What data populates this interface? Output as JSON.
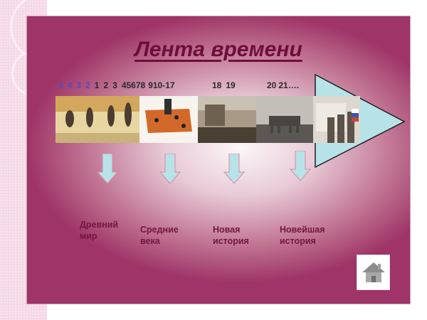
{
  "slide": {
    "title": "Лента времени",
    "colors": {
      "title": "#6e0d3b",
      "frame": "#9e3467",
      "arrow": "#b7e3e8",
      "bc_years": "#5a48b8",
      "labels": "#72163f"
    }
  },
  "timeline": {
    "years_bc": [
      "5",
      "4",
      "3",
      "2"
    ],
    "years_ad": [
      "1",
      "2",
      "3",
      "45678",
      "910-17"
    ],
    "years_mid": [
      "18",
      "19"
    ],
    "years_late": [
      "20",
      "21…."
    ]
  },
  "images": [
    {
      "name": "evolution-of-man",
      "colors": [
        "#c89a52",
        "#e8d6a0",
        "#5a4a3a"
      ]
    },
    {
      "name": "medieval-knight",
      "colors": [
        "#f4f0ea",
        "#d2692a",
        "#2b2b2b"
      ]
    },
    {
      "name": "storming-of-bastille",
      "colors": [
        "#7a6a58",
        "#b7aa95",
        "#3d342a"
      ]
    },
    {
      "name": "brandenburg-gate",
      "colors": [
        "#8a8680",
        "#bdbab3",
        "#3b3936"
      ]
    },
    {
      "name": "white-house-moscow",
      "colors": [
        "#d7d4cc",
        "#6b5e52",
        "#c3463f"
      ]
    }
  ],
  "periods": [
    {
      "line1": "Древний",
      "line2": "мир"
    },
    {
      "line1": "Средние",
      "line2": "века"
    },
    {
      "line1": "Новая",
      "line2": "история"
    },
    {
      "line1": "Новейшая",
      "line2": "история"
    }
  ],
  "home_button": {
    "icon": "home-icon"
  }
}
